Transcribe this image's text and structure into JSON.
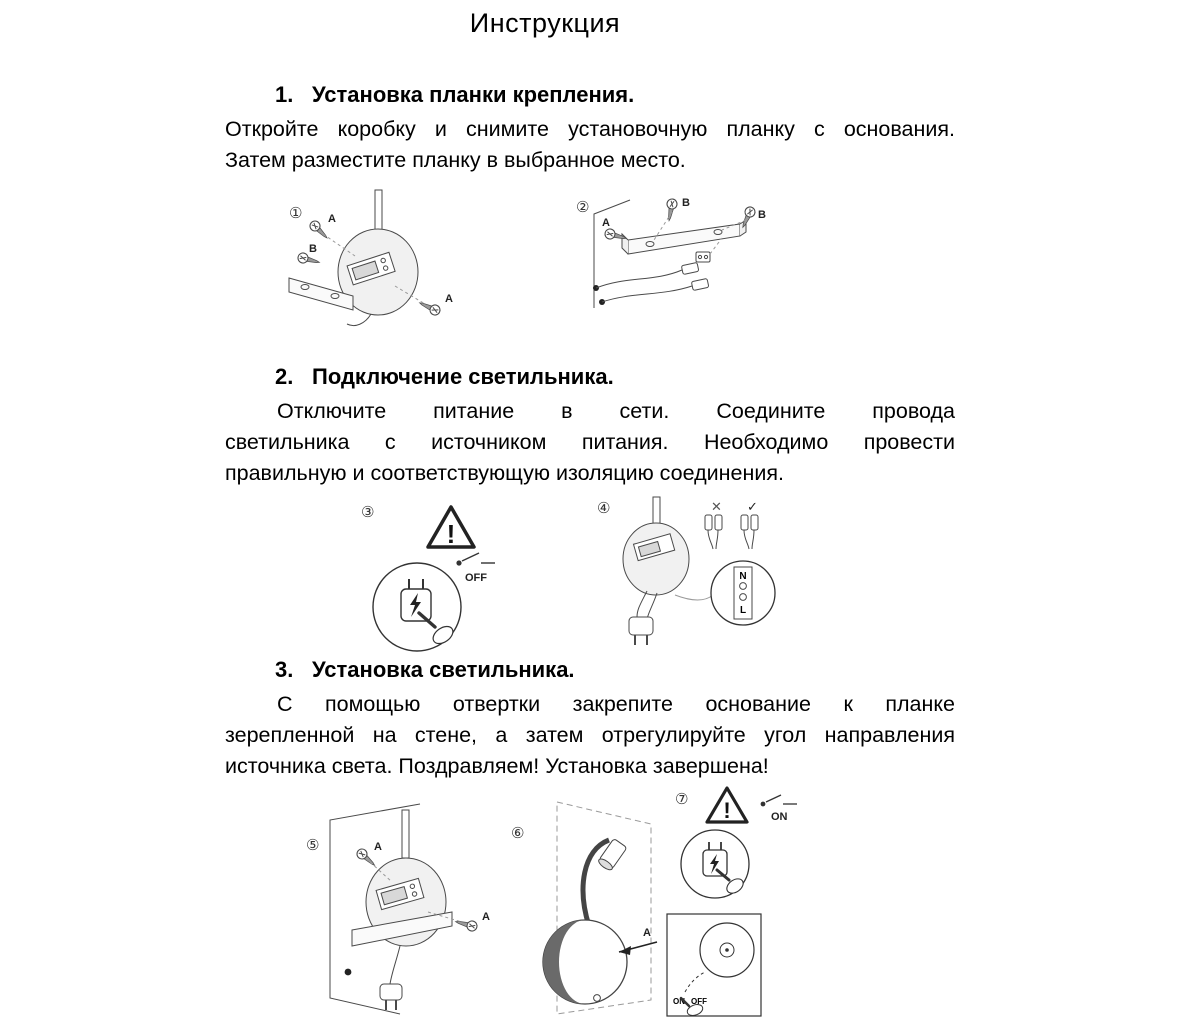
{
  "page": {
    "title": "Инструкция"
  },
  "sections": [
    {
      "number": "1.",
      "heading": "Установка планки крепления.",
      "lines": [
        "Откройте коробку и снимите установочную планку с основания.",
        "Затем разместите планку в выбранное место."
      ]
    },
    {
      "number": "2.",
      "heading": "Подключение светильника.",
      "lines": [
        "Отключите питание в сети. Соедините провода",
        "светильника с источником питания. Необходимо провести",
        "правильную и соответствующую изоляцию соединения."
      ]
    },
    {
      "number": "3.",
      "heading": "Установка светильника.",
      "lines": [
        "С помощью отвертки закрепите основание к планке",
        "зерепленной на стене, а затем отрегулируйте угол направления",
        "источника света. Поздравляем! Установка завершена!"
      ]
    }
  ],
  "figures": {
    "fig1": {
      "number": "①",
      "a": "A",
      "b": "B"
    },
    "fig2": {
      "number": "②",
      "a": "A",
      "b": "B"
    },
    "fig3": {
      "number": "③",
      "warning": "!",
      "switch_label": "OFF"
    },
    "fig4": {
      "number": "④",
      "wrong": "✕",
      "right": "✓",
      "n": "N",
      "l": "L"
    },
    "fig5": {
      "number": "⑤",
      "a": "A"
    },
    "fig6": {
      "number": "⑥",
      "a": "A"
    },
    "fig7": {
      "number": "⑦",
      "warning": "!",
      "switch_label": "ON",
      "panel_on": "ON",
      "panel_off": "OFF"
    }
  }
}
